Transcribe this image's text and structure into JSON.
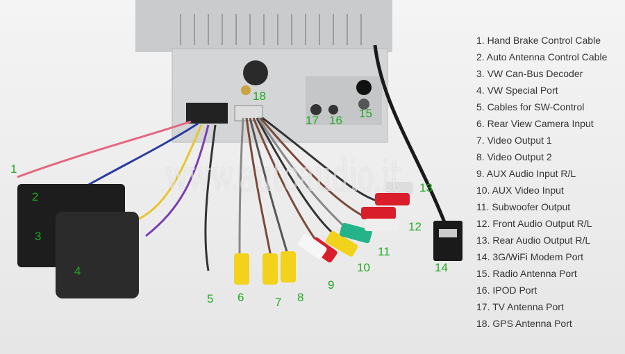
{
  "watermark": "www.autoaudio.it",
  "callouts": [
    "1",
    "2",
    "3",
    "4",
    "5",
    "6",
    "7",
    "8",
    "9",
    "10",
    "11",
    "12",
    "13",
    "14",
    "15",
    "16",
    "17",
    "18"
  ],
  "legend": [
    "1.  Hand Brake Control Cable",
    "2.  Auto Antenna Control Cable",
    "3.  VW Can-Bus Decoder",
    "4.  VW Special Port",
    "5.  Cables for SW-Control",
    "6.  Rear View Camera Input",
    "7.  Video Output 1",
    "8.  Video Output 2",
    "9.  AUX Audio Input R/L",
    "10. AUX Video Input",
    "11. Subwoofer Output",
    "12. Front Audio Output R/L",
    "13. Rear Audio Output R/L",
    "14. 3G/WiFi Modem Port",
    "15. Radio Antenna Port",
    "16. IPOD Port",
    "17. TV Antenna Port",
    "18. GPS Antenna Port"
  ],
  "colors": {
    "callout": "#1faa1f",
    "background": "#efefef"
  }
}
